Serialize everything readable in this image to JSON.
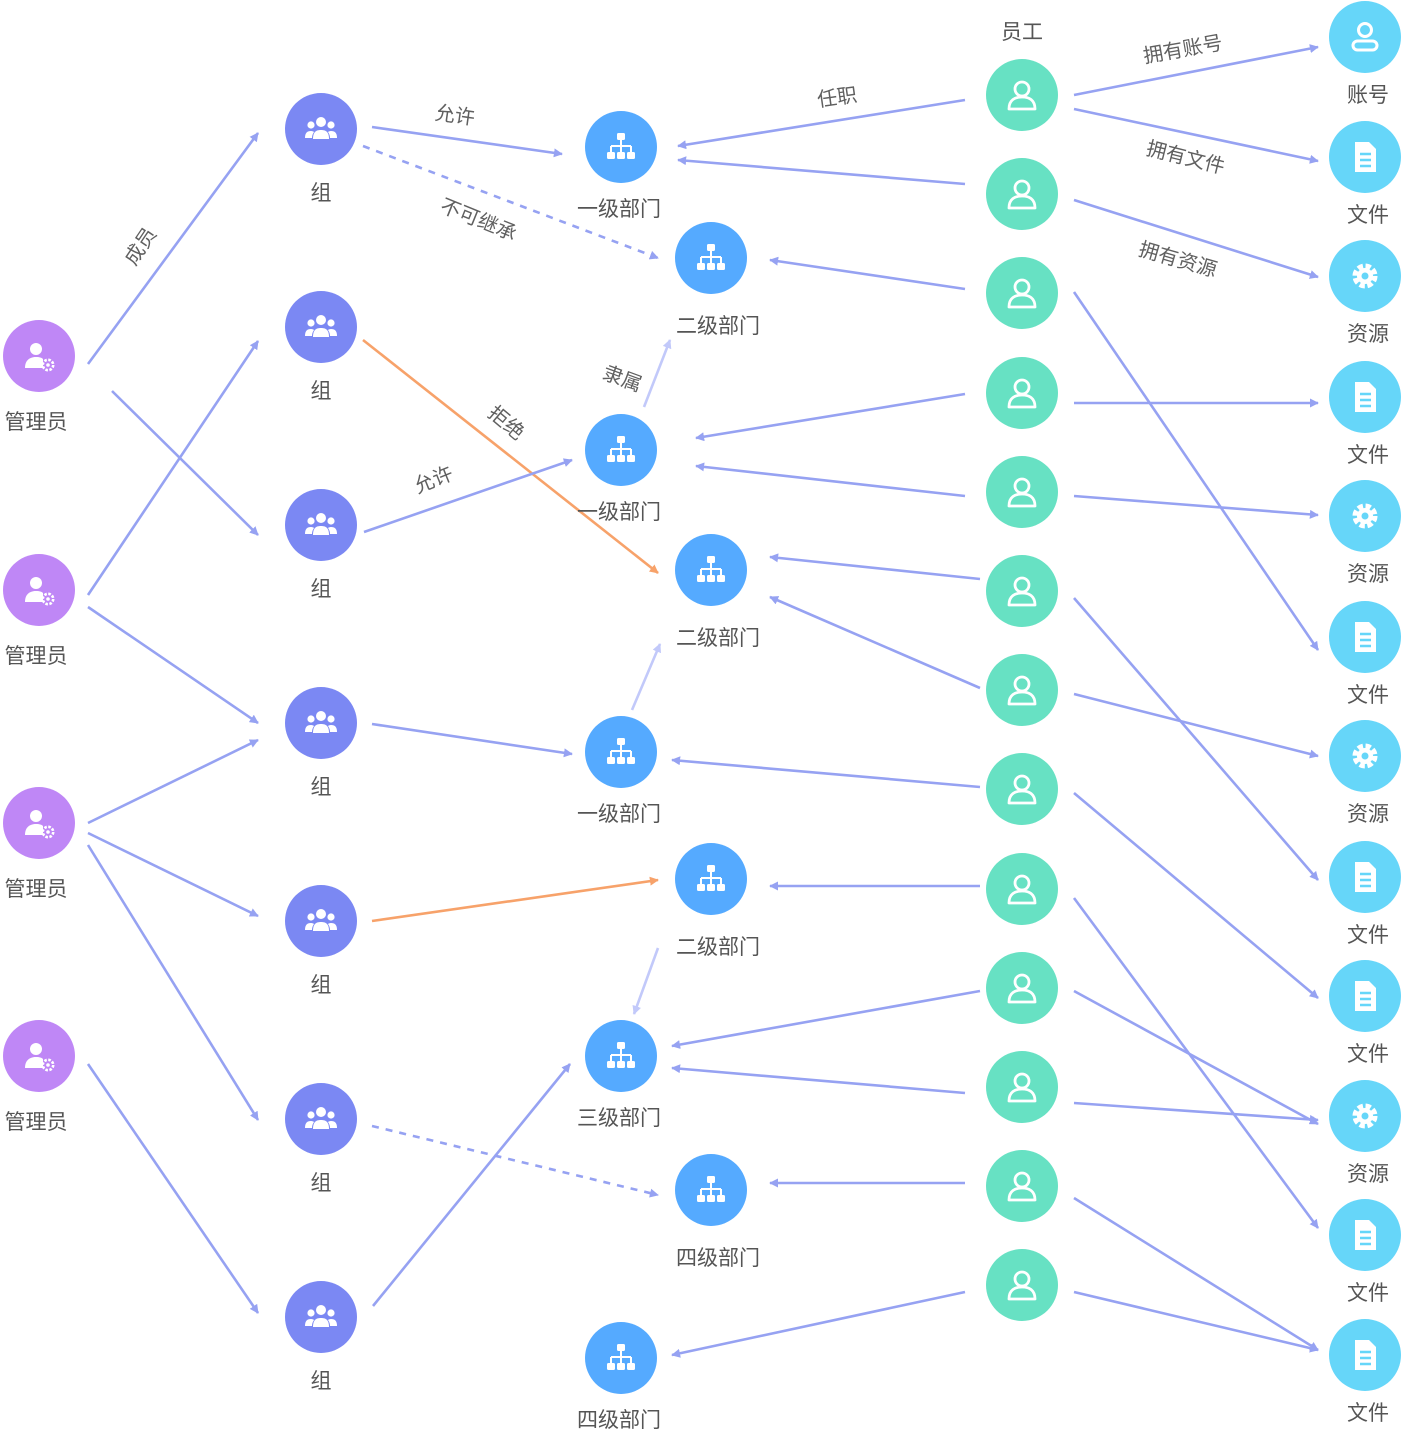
{
  "colors": {
    "admin": "#bf87f6",
    "group": "#7b88f3",
    "dept": "#55aaff",
    "employee": "#67e1c3",
    "resource": "#66d6f9",
    "edge": "#96a2f2",
    "edge_light": "#c2c9fa",
    "edge_reject": "#f7a26a"
  },
  "column_header": "员工",
  "nodes": {
    "admins": [
      {
        "label": "管理员",
        "icon": "admin-gear-icon"
      },
      {
        "label": "管理员",
        "icon": "admin-gear-icon"
      },
      {
        "label": "管理员",
        "icon": "admin-gear-icon"
      },
      {
        "label": "管理员",
        "icon": "admin-gear-icon"
      }
    ],
    "groups": [
      {
        "label": "组",
        "icon": "group-people-icon"
      },
      {
        "label": "组",
        "icon": "group-people-icon"
      },
      {
        "label": "组",
        "icon": "group-people-icon"
      },
      {
        "label": "组",
        "icon": "group-people-icon"
      },
      {
        "label": "组",
        "icon": "group-people-icon"
      },
      {
        "label": "组",
        "icon": "group-people-icon"
      },
      {
        "label": "组",
        "icon": "group-people-icon"
      }
    ],
    "depts": [
      {
        "label": "一级部门",
        "icon": "org-chart-icon"
      },
      {
        "label": "二级部门",
        "icon": "org-chart-icon"
      },
      {
        "label": "一级部门",
        "icon": "org-chart-icon"
      },
      {
        "label": "二级部门",
        "icon": "org-chart-icon"
      },
      {
        "label": "一级部门",
        "icon": "org-chart-icon"
      },
      {
        "label": "二级部门",
        "icon": "org-chart-icon"
      },
      {
        "label": "三级部门",
        "icon": "org-chart-icon"
      },
      {
        "label": "四级部门",
        "icon": "org-chart-icon"
      },
      {
        "label": "四级部门",
        "icon": "org-chart-icon"
      }
    ],
    "employees_count": 13,
    "resources": [
      {
        "label": "账号",
        "icon": "account-icon"
      },
      {
        "label": "文件",
        "icon": "file-icon"
      },
      {
        "label": "资源",
        "icon": "gear-icon"
      },
      {
        "label": "文件",
        "icon": "file-icon"
      },
      {
        "label": "资源",
        "icon": "gear-icon"
      },
      {
        "label": "文件",
        "icon": "file-icon"
      },
      {
        "label": "资源",
        "icon": "gear-icon"
      },
      {
        "label": "文件",
        "icon": "file-icon"
      },
      {
        "label": "文件",
        "icon": "file-icon"
      },
      {
        "label": "资源",
        "icon": "gear-icon"
      },
      {
        "label": "文件",
        "icon": "file-icon"
      },
      {
        "label": "文件",
        "icon": "file-icon"
      }
    ]
  },
  "edge_labels": {
    "member": "成员",
    "allow": "允许",
    "allow2": "允许",
    "no_inherit": "不可继承",
    "reject": "拒绝",
    "belongs": "隶属",
    "post": "任职",
    "own_account": "拥有账号",
    "own_file": "拥有文件",
    "own_resource": "拥有资源"
  }
}
